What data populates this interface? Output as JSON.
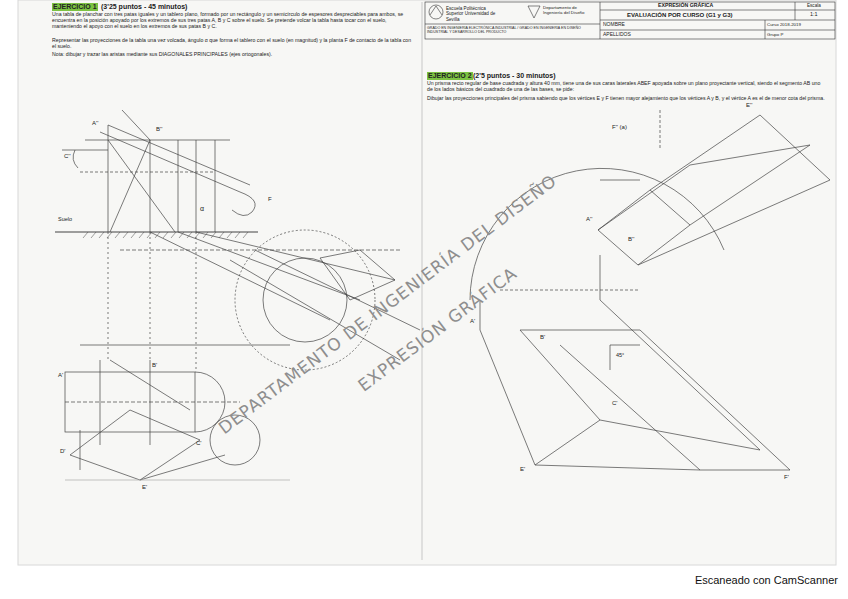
{
  "diagram": {
    "labels": [
      "EJERCICIO 1",
      "(3'25 puntos - 45 minutos)",
      "Una tabla de planchar con tres patas iguales y un tablero plano, formado por un rectángulo y un semicírculo de espesores despreciables para ambos, se encuentra en la posición apoyado por los extremos de sus tres patas A, B y C sobre el suelo. Se pretende volcar la tabla hasta tocar con el suelo, manteniendo el apoyo con el suelo en los extremos de sus patas B y C.",
      "Representar las proyecciones de la tabla una vez volcada, ángulo α que forma el tablero con el suelo (en magnitud) y la planta F de contacto de la tabla con el suelo.",
      "Nota: dibujar y trazar las aristas mediante sus DIAGONALES PRINCIPALES (ejes ortogonales).",
      "Escuela Politécnica Superior Universidad de Sevilla",
      "Departamento de Ingeniería del Diseño",
      "GRADO EN INGENIERÍA ELECTRÓNICA INDUSTRIAL / GRADO EN INGENIERÍA EN DISEÑO INDUSTRIAL Y DESARROLLO DEL PRODUCTO",
      "EXPRESIÓN GRÁFICA",
      "EVALUACIÓN POR CURSO (G1 y G3)",
      "NOMBRE",
      "APELLIDOS",
      "Escala",
      "1:1",
      "Curso 2018-2019",
      "Grupo P",
      "EJERCICIO 2",
      "(2'5 puntos - 30 minutos)",
      "Un prisma recto regular de base cuadrada y altura 40 mm, tiene una de sus caras laterales ABEF apoyada sobre un plano proyectante vertical, siendo el segmento AB uno de los lados básicos del cuadrado de una de las bases, se pide:",
      "Dibujar las proyecciones principales del prisma sabiendo que los vértices E y F tienen mayor alejamiento que los vértices A y B, y el vértice A es el de menor cota del prisma.",
      "Suelo",
      "C''",
      "A''",
      "B''",
      "α",
      "F",
      "A'",
      "B'",
      "C'",
      "D'",
      "E'",
      "F'' (a)",
      "E''",
      "B''",
      "A''",
      "A'",
      "B'",
      "E'",
      "F'",
      "C'",
      "45°",
      "DEPARTAMENTO DE INGENIERÍA DEL DISEÑO",
      "EXPRESIÓN GRÁFICA",
      "Escaneado con CamScanner"
    ]
  }
}
